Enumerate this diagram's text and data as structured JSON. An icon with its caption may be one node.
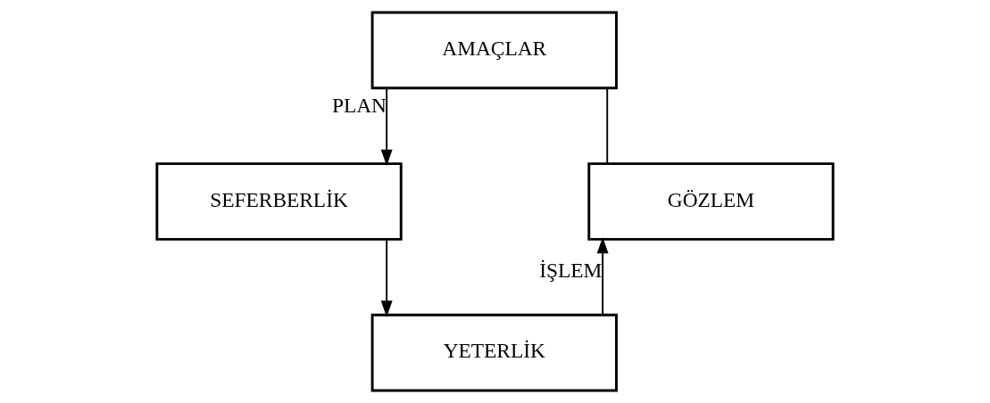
{
  "diagram": {
    "nodes": [
      {
        "text": [
          "AMAÇLAR"
        ]
      },
      {
        "text": [
          "SEFERBERLİK"
        ]
      },
      {
        "text": [
          "YETERLİK"
        ]
      },
      {
        "text": [
          "GÖZLEM"
        ]
      }
    ],
    "edges": [
      {
        "from": 0,
        "to": 1,
        "arrow": "to",
        "label": "PLAN"
      },
      {
        "from": 1,
        "to": 2,
        "arrow": "to"
      },
      {
        "from": 2,
        "to": 3,
        "arrow": "to",
        "label": "İŞLEM"
      },
      {
        "from": 3,
        "to": 0,
        "arrow": "none"
      }
    ]
  }
}
